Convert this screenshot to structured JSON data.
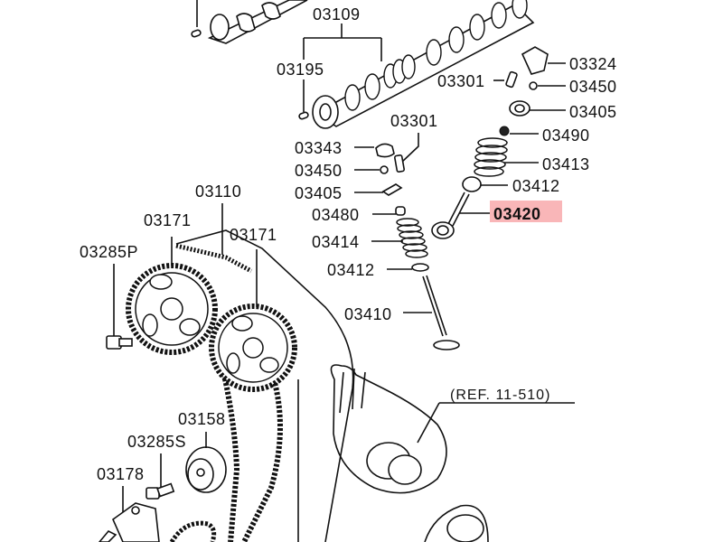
{
  "diagram": {
    "title": "Camshaft, valve train and timing belt exploded parts diagram",
    "highlight_color": "#f9b6b8",
    "reference_note": "(REF. 11-510)",
    "labels": [
      {
        "id": "03109",
        "part": "camshaft"
      },
      {
        "id": "03195",
        "part": "camshaft pin"
      },
      {
        "id": "03301",
        "part": "rocker adjuster screw (upper)"
      },
      {
        "id": "03324",
        "part": "rocker arm"
      },
      {
        "id": "03450",
        "part": "nut (upper)"
      },
      {
        "id": "03405",
        "part": "retainer (upper)"
      },
      {
        "id": "03490",
        "part": "valve stem seal (upper)"
      },
      {
        "id": "03413",
        "part": "valve spring (upper)"
      },
      {
        "id": "03412",
        "part": "spring seat (upper)"
      },
      {
        "id": "03420",
        "part": "intake valve",
        "highlighted": true
      },
      {
        "id": "03301",
        "part": "rocker adjuster screw (lower)"
      },
      {
        "id": "03343",
        "part": "rocker arm (lower)"
      },
      {
        "id": "03450",
        "part": "nut (lower)"
      },
      {
        "id": "03405",
        "part": "retainer (lower)"
      },
      {
        "id": "03480",
        "part": "valve stem seal (lower)"
      },
      {
        "id": "03414",
        "part": "valve spring (lower)"
      },
      {
        "id": "03412",
        "part": "spring seat (lower)"
      },
      {
        "id": "03410",
        "part": "exhaust valve"
      },
      {
        "id": "03110",
        "part": "timing belt"
      },
      {
        "id": "03171",
        "part": "camshaft sprocket (left)"
      },
      {
        "id": "03171",
        "part": "camshaft sprocket (right)"
      },
      {
        "id": "03285P",
        "part": "sprocket bolt"
      },
      {
        "id": "03158",
        "part": "tensioner pulley"
      },
      {
        "id": "03285S",
        "part": "tensioner bolt"
      },
      {
        "id": "03178",
        "part": "tensioner bracket"
      }
    ]
  }
}
